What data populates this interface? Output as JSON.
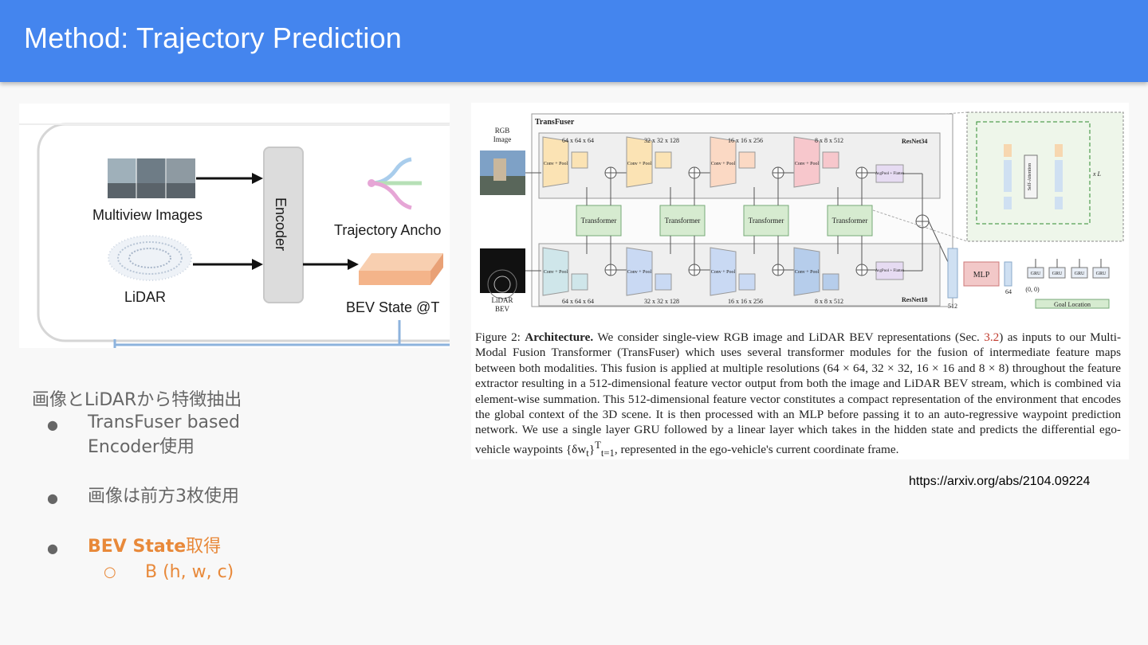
{
  "header": {
    "title": "Method: Trajectory Prediction"
  },
  "left_figure": {
    "multiview_label": "Multiview Images",
    "lidar_label": "LiDAR",
    "encoder_label": "Encoder",
    "trajectory_label": "Trajectory Ancho",
    "bev_label": "BEV State @T"
  },
  "right_figure": {
    "transfuser_label": "TransFuser",
    "rgb_label": "RGB\nImage",
    "lidar_label": "LiDAR\nBEV",
    "resnet34": "ResNet34",
    "resnet18": "ResNet18",
    "top_dims": [
      "64 x 64 x 64",
      "32 x 32 x 128",
      "16 x 16 x 256",
      "8 x 8 x 512"
    ],
    "bottom_dims": [
      "64 x 64 x 64",
      "32 x 32 x 128",
      "16 x 16 x 256",
      "8 x 8 x 512"
    ],
    "conv_label": "Conv + Pool",
    "transformer_label": "Transformer",
    "avgpool_label": "AvgPool + Flatten",
    "mlp_label": "MLP",
    "dim_512": "512",
    "dim_64": "64",
    "gru_label": "GRU",
    "goal_label": "Goal Location",
    "start_label": "(0, 0)",
    "self_attention_label": "Self-Attention",
    "xl_label": "x L",
    "caption_prefix": "Figure 2: ",
    "caption_bold": "Architecture.",
    "caption_part1": " We consider single-view RGB image and LiDAR BEV representations (Sec. ",
    "caption_ref": "3.2",
    "caption_part2": ") as inputs to our Multi-Modal Fusion Transformer (TransFuser) which uses several transformer modules for the fusion of intermediate feature maps between both modalities. This fusion is applied at multiple resolutions (64 × 64, 32 × 32, 16 × 16 and 8 × 8) throughout the feature extractor resulting in a 512-dimensional feature vector output from both the image and LiDAR BEV stream, which is combined via element-wise summation. This 512-dimensional feature vector constitutes a compact representation of the environment that encodes the global context of the 3D scene. It is then processed with an MLP before passing it to an auto-regressive waypoint prediction network. We use a single layer GRU followed by a linear layer which takes in the hidden state and predicts the differential ego-vehicle waypoints {δw",
    "caption_sub": "t",
    "caption_part3": "}",
    "caption_sup": "T",
    "caption_sub2": "t=1",
    "caption_part4": ", represented in the ego-vehicle's current coordinate frame."
  },
  "source_url": "https://arxiv.org/abs/2104.09224",
  "bullets": {
    "heading": "画像とLiDARから特徴抽出",
    "item1_line1": "TransFuser based",
    "item1_line2": "Encoder使用",
    "item2": "画像は前方3枚使用",
    "item3_bold": "BEV State",
    "item3_rest": "取得",
    "sub_item": "B (h, w, c)",
    "bullet_glyph": "●",
    "sub_bullet_glyph": "○"
  },
  "colors": {
    "header_bg": "#4485ee",
    "accent_orange": "#e8893a",
    "body_text": "#666666"
  }
}
